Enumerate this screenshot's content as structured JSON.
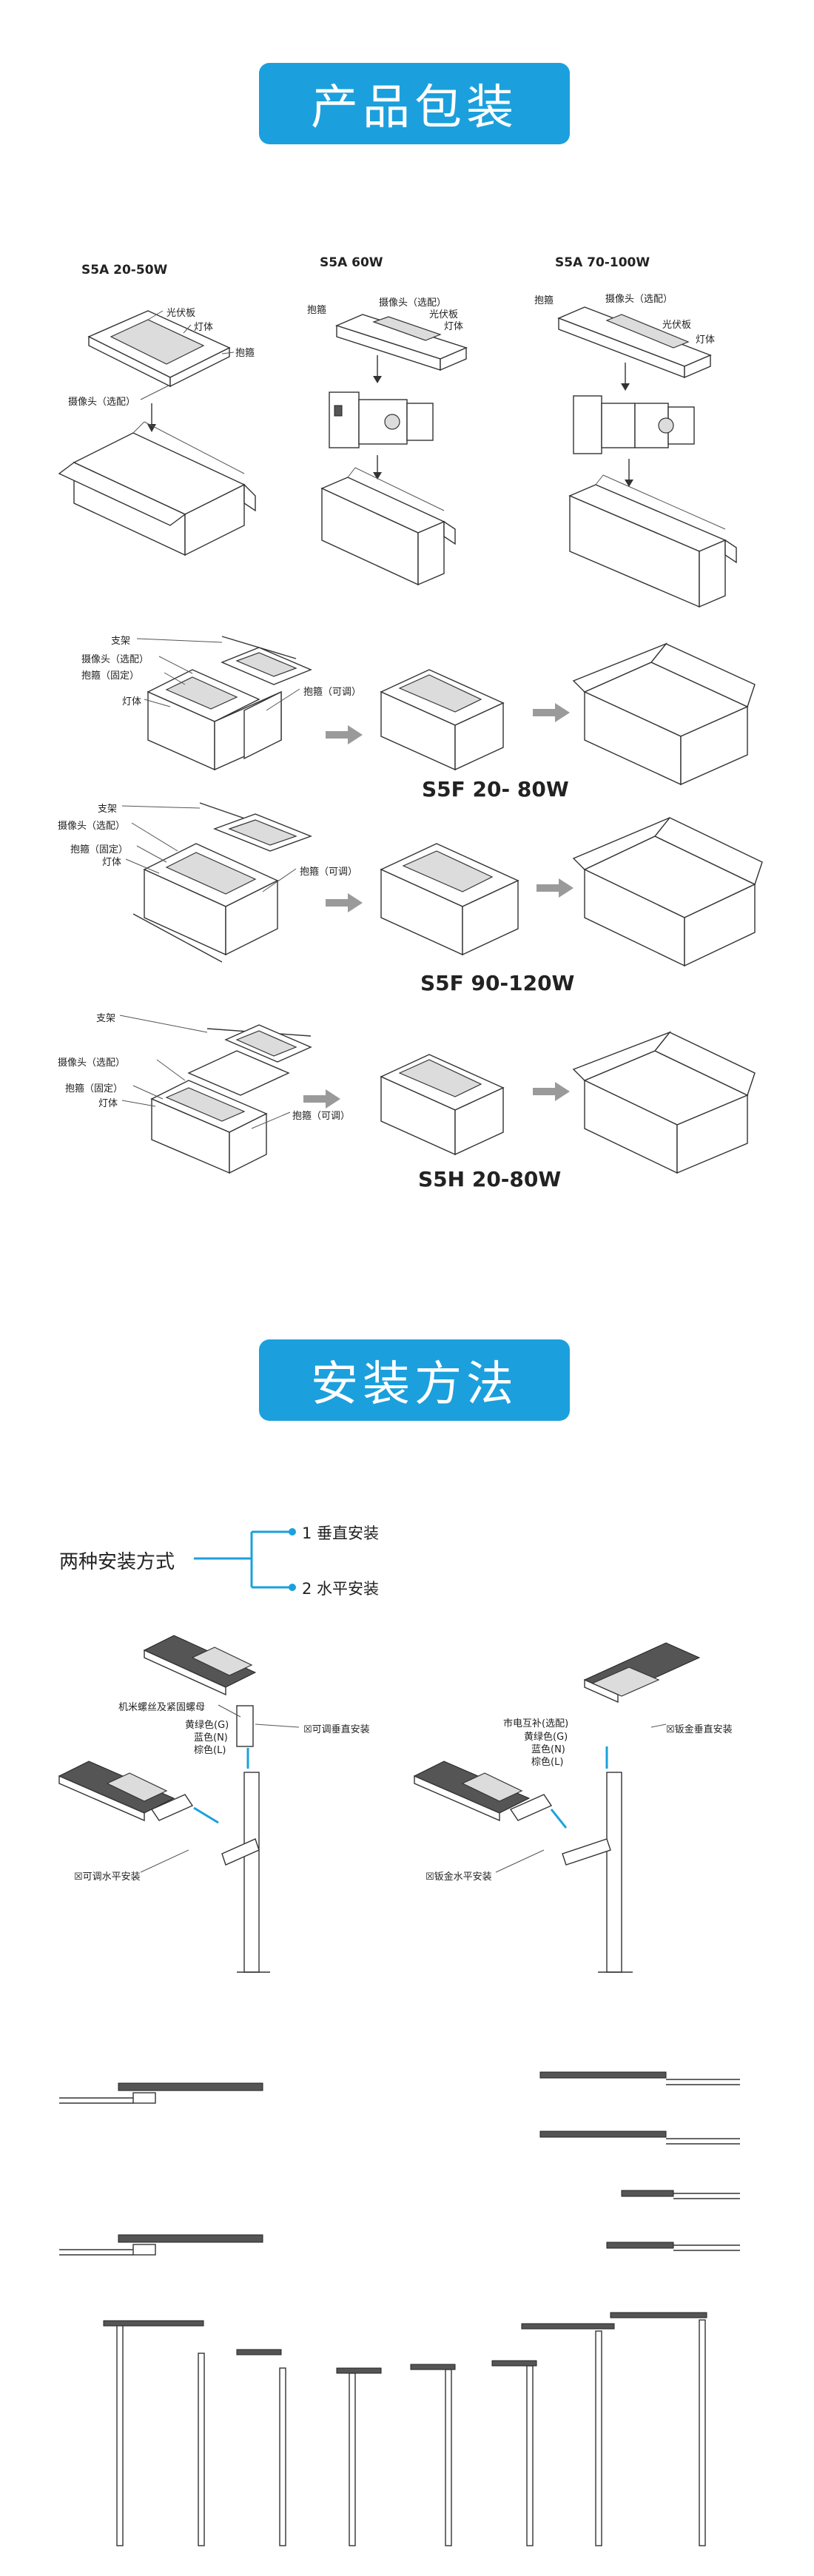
{
  "section1": {
    "title": "产品包装"
  },
  "s5a_small": {
    "model": "S5A   20-50W",
    "solar_panel": "光伏板",
    "lamp_body": "灯体",
    "bracket": "抱箍",
    "camera": "摄像头（选配）"
  },
  "s5a_60": {
    "model": "S5A   60W",
    "bracket": "抱箍",
    "camera": "摄像头（选配）",
    "solar_panel": "光伏板",
    "lamp_body": "灯体"
  },
  "s5a_70": {
    "model": "S5A   70-100W",
    "bracket": "抱箍",
    "camera": "摄像头（选配）",
    "solar_panel": "光伏板",
    "lamp_body": "灯体"
  },
  "s5f_1": {
    "model": "S5F   20- 80W",
    "support": "支架",
    "camera": "摄像头（选配）",
    "bracket_fixed": "抱箍（固定）",
    "lamp_body": "灯体",
    "bracket_adj": "抱箍（可调）"
  },
  "s5f_2": {
    "model": "S5F   90-120W",
    "support": "支架",
    "camera": "摄像头（选配）",
    "bracket_fixed": "抱箍（固定）",
    "lamp_body": "灯体",
    "bracket_adj": "抱箍（可调）"
  },
  "s5h": {
    "model": "S5H     20-80W",
    "support": "支架",
    "camera": "摄像头（选配）",
    "bracket_fixed": "抱箍（固定）",
    "lamp_body": "灯体",
    "bracket_adj": "抱箍（可调）"
  },
  "section2": {
    "title": "安装方法"
  },
  "methods": {
    "title": "两种安装方式",
    "opt1": "1  垂直安装",
    "opt2": "2  水平安装"
  },
  "install_left": {
    "screw": "机米螺丝及紧固螺母",
    "yellow_green": "黄绿色(G)",
    "blue": "蓝色(N)",
    "brown": "棕色(L)",
    "vertical": "☒可调垂直安装",
    "horizontal": "☒可调水平安装",
    "pole": "灯杆"
  },
  "install_right": {
    "mains": "市电互补(选配)",
    "yellow_green": "黄绿色(G)",
    "blue": "蓝色(N)",
    "brown": "棕色(L)",
    "vertical": "☒钣金垂直安装",
    "horizontal": "☒钣金水平安装",
    "pole": "灯杆"
  }
}
